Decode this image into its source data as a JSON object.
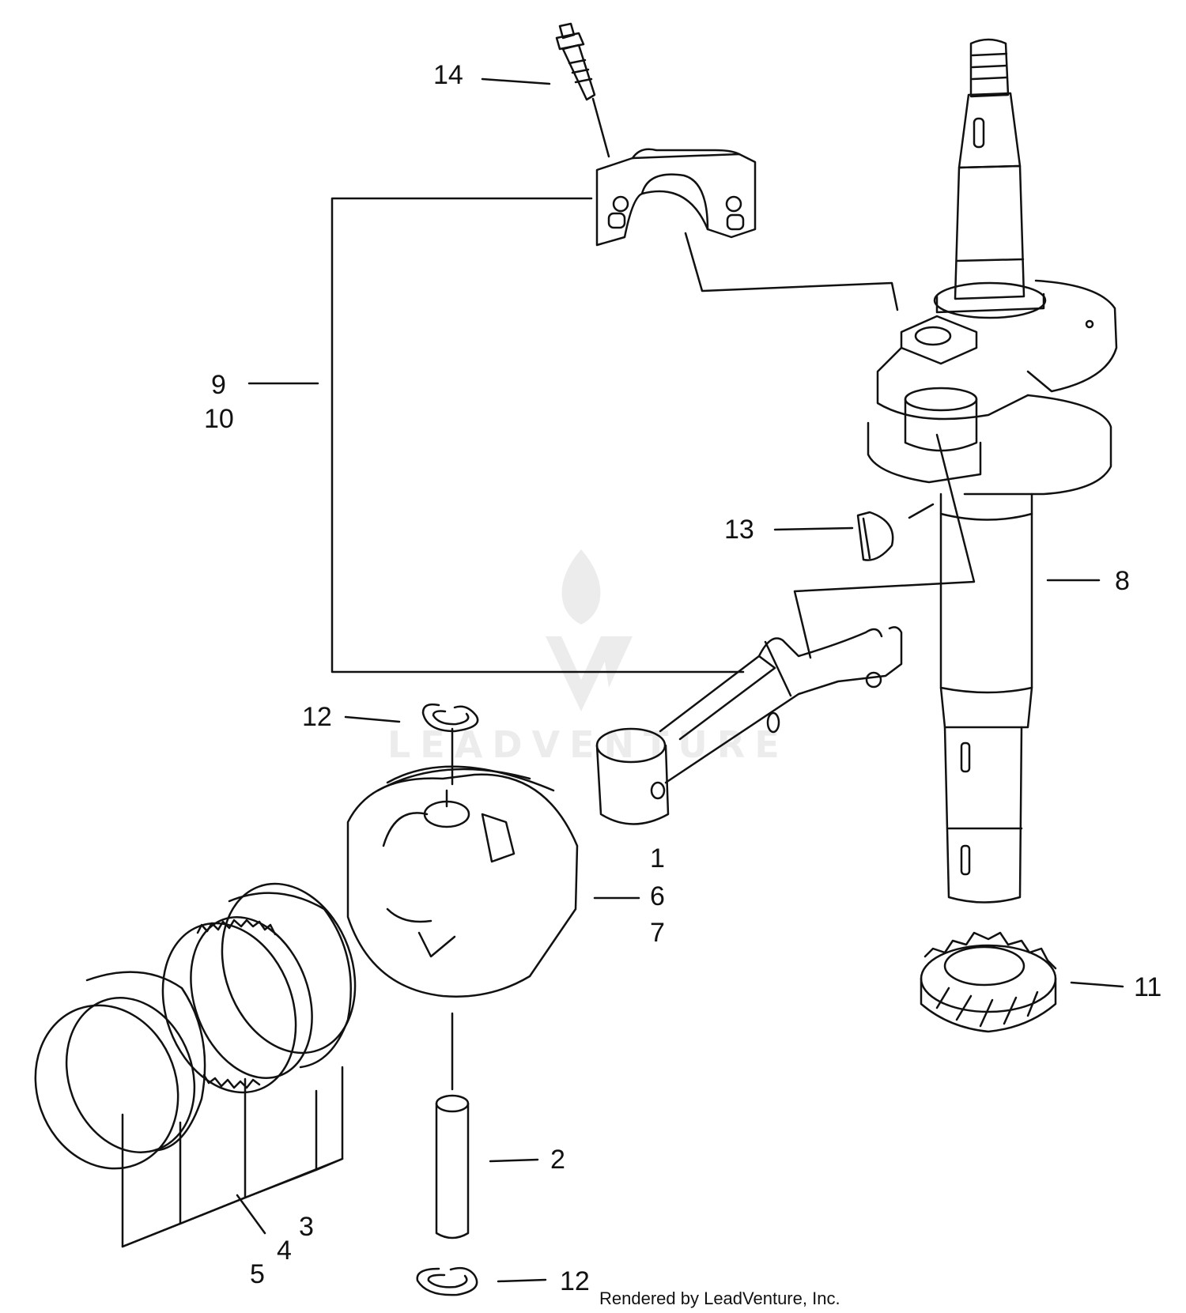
{
  "callouts": {
    "c1": "1",
    "c2": "2",
    "c3": "3",
    "c4": "4",
    "c5": "5",
    "c6": "6",
    "c7": "7",
    "c8": "8",
    "c9": "9",
    "c10": "10",
    "c11": "11",
    "c12a": "12",
    "c12b": "12",
    "c13": "13",
    "c14": "14"
  },
  "watermark": "LEADVENTURE",
  "credit": "Rendered by LeadVenture, Inc.",
  "colors": {
    "line": "#111111",
    "watermark": "#ececec",
    "background": "#ffffff"
  }
}
